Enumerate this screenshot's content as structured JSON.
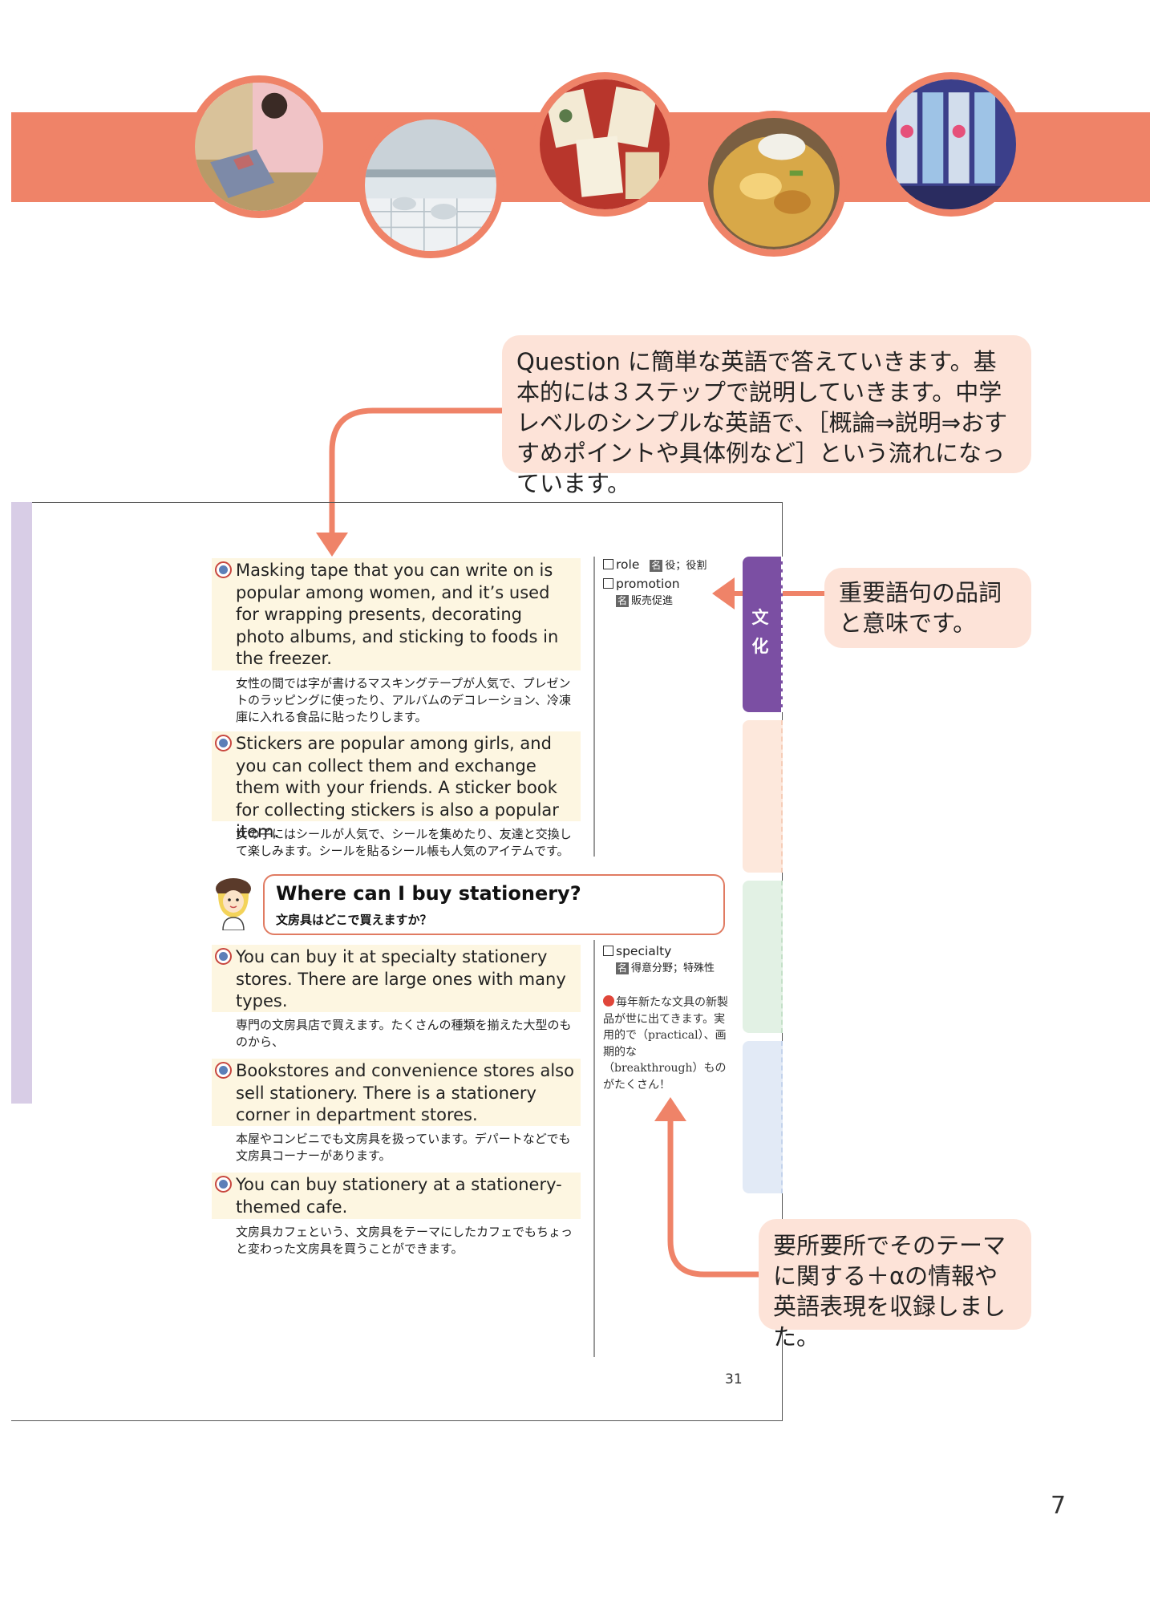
{
  "banner": {
    "photos": [
      "furoshiki-photo",
      "public-bath-photo",
      "karuta-cards-photo",
      "katsudon-bowl-photo",
      "pachinko-parlor-photo"
    ]
  },
  "callouts": {
    "top": "Question に簡単な英語で答えていきます。基本的には３ステップで説明していきます。中学レベルのシンプルな英語で、［概論⇒説明⇒おすすめポイントや具体例など］という流れになっています。",
    "vocab": "重要語句の品詞と意味です。",
    "bottom": "要所要所でそのテーマに関する＋αの情報や英語表現を収録しました。"
  },
  "colors": {
    "accent": "#ef8368",
    "callout_bg": "#fde3d8",
    "answer_bg": "#fdf6e1",
    "culture_tab": "#7b4fa3"
  },
  "inner_page": {
    "answers_top": [
      {
        "en": "Masking tape that you can write on is popular among women, and it’s used for wrapping presents, decorating photo albums, and sticking to foods in the freezer.",
        "ja": "女性の間では字が書けるマスキングテープが人気で、プレゼントのラッピングに使ったり、アルバムのデコレーション、冷凍庫に入れる食品に貼ったりします。"
      },
      {
        "en": "Stickers are popular among girls, and you can collect them and exchange them with your friends. A sticker book for collecting stickers is also a popular item.",
        "ja": "女の子にはシールが人気で、シールを集めたり、友達と交換して楽しみます。シールを貼るシール帳も人気のアイテムです。"
      }
    ],
    "vocab_top": [
      {
        "word": "role",
        "pos": "名",
        "meaning": "役；役割"
      },
      {
        "word": "promotion",
        "pos": "名",
        "meaning": "販売促進"
      }
    ],
    "side_tab_label": [
      "文",
      "化"
    ],
    "question": {
      "en": "Where can I buy stationery?",
      "ja": "文房具はどこで買えますか？"
    },
    "answers_bottom": [
      {
        "en": "You can buy it at specialty stationery stores. There are large ones with many types.",
        "ja": "専門の文房具店で買えます。たくさんの種類を揃えた大型のものから、"
      },
      {
        "en": "Bookstores and convenience stores also sell stationery. There is a stationery corner in department stores.",
        "ja": "本屋やコンビニでも文房具を扱っています。デパートなどでも文房具コーナーがあります。"
      },
      {
        "en": "You can buy stationery at a stationery-themed cafe.",
        "ja": "文房具カフェという、文房具をテーマにしたカフェでもちょっと変わった文房具を買うことができます。"
      }
    ],
    "vocab_bottom": [
      {
        "word": "specialty",
        "pos": "名",
        "meaning": "得意分野；特殊性"
      }
    ],
    "tip": "毎年新たな文具の新製品が世に出てきます。実用的で（practical）、画期的な（breakthrough）ものがたくさん！",
    "page_number": "31"
  },
  "page_number": "7"
}
